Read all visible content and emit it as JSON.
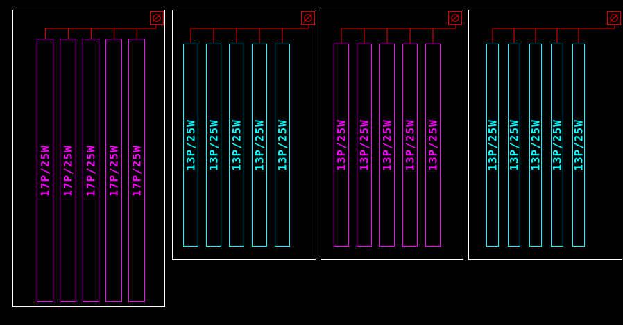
{
  "colors": {
    "background": "#000000",
    "group_border": "#ffffff",
    "wire": "#c80000",
    "magenta": "#ff00ff",
    "cyan": "#00ffff",
    "icon_red": "#d40000"
  },
  "groups": [
    {
      "id": "pv-array-group-1",
      "string_color": "#ff00ff",
      "label_color": "#ff00ff",
      "icon": "circuit-breaker-icon",
      "panels": [
        {
          "label": "17P/25W"
        },
        {
          "label": "17P/25W"
        },
        {
          "label": "17P/25W"
        },
        {
          "label": "17P/25W"
        },
        {
          "label": "17P/25W"
        }
      ]
    },
    {
      "id": "pv-array-group-2",
      "string_color": "#00ffff",
      "label_color": "#00ffff",
      "icon": "circuit-breaker-icon",
      "panels": [
        {
          "label": "13P/25W"
        },
        {
          "label": "13P/25W"
        },
        {
          "label": "13P/25W"
        },
        {
          "label": "13P/25W"
        },
        {
          "label": "13P/25W"
        }
      ]
    },
    {
      "id": "pv-array-group-3",
      "string_color": "#ff00ff",
      "label_color": "#ff00ff",
      "icon": "circuit-breaker-icon",
      "panels": [
        {
          "label": "13P/25W"
        },
        {
          "label": "13P/25W"
        },
        {
          "label": "13P/25W"
        },
        {
          "label": "13P/25W"
        },
        {
          "label": "13P/25W"
        }
      ]
    },
    {
      "id": "pv-array-group-4",
      "string_color": "#00ffff",
      "label_color": "#00ffff",
      "icon": "circuit-breaker-icon",
      "panels": [
        {
          "label": "13P/25W"
        },
        {
          "label": "13P/25W"
        },
        {
          "label": "13P/25W"
        },
        {
          "label": "13P/25W"
        },
        {
          "label": "13P/25W"
        }
      ]
    }
  ]
}
